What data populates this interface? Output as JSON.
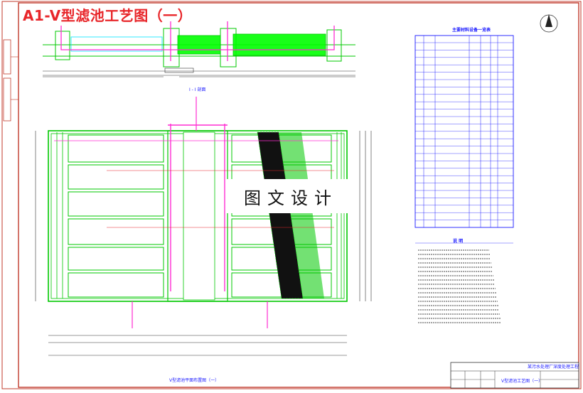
{
  "drawing": {
    "title": "A1-V型滤池工艺图（一）",
    "section_label": "I - I 剖面",
    "plan_label": "V型滤池平面布置图（一）",
    "equipment_table_title": "主要材料设备一览表",
    "notes_title": "说 明",
    "title_block": {
      "project": "某污水处理厂深度处理工程",
      "drawing_name": "V型滤池工艺图（一）"
    },
    "watermark": "图文设计"
  },
  "colors": {
    "background": "#ffffff",
    "frame": "#c0392b",
    "pipe": "#ff2dd2",
    "wall": "#00c800",
    "fill": "#00ff00",
    "cyan": "#00e5ff",
    "annotation": "#1a1aff",
    "dark": "#111111"
  }
}
